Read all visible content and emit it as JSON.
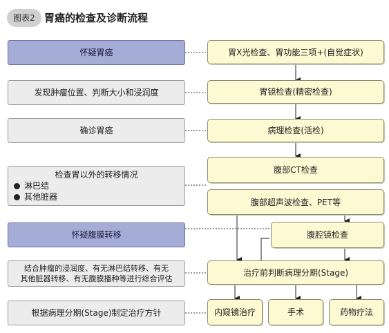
{
  "header": {
    "figure_tag": "图表2",
    "title": "胃癌的检查及诊断流程"
  },
  "left": {
    "suspect_cancer": "怀疑胃癌",
    "locate_tumor": "发现肿瘤位置、判断大小和浸润度",
    "confirm_cancer": "确诊胃癌",
    "metastasis_title": "检查胃以外的转移情况",
    "metastasis_items": [
      "淋巴结",
      "其他脏器"
    ],
    "suspect_peritoneal": "怀疑腹膜转移",
    "combined_eval_line1": "结合肿瘤的浸润度、有无淋巴结转移、有无",
    "combined_eval_line2": "其他脏器转移、有无腹膜播种等进行综合评估",
    "plan_treatment": "根据病理分期(Stage)制定治疗方针"
  },
  "right": {
    "xray": "胃X光检查、胃功能三项+(自觉症状)",
    "gastroscopy": "胃镜检查(精密检查)",
    "pathology": "病理检查(活检)",
    "abdominal_ct": "腹部CT检查",
    "ultrasound_pet": "腹部超声波检查、PET等",
    "laparoscopy": "腹腔镜检查",
    "staging": "治疗前判断病理分期(Stage)",
    "endoscopic": "内窥镜治疗",
    "surgery": "手术",
    "drug_therapy": "药物疗法"
  }
}
